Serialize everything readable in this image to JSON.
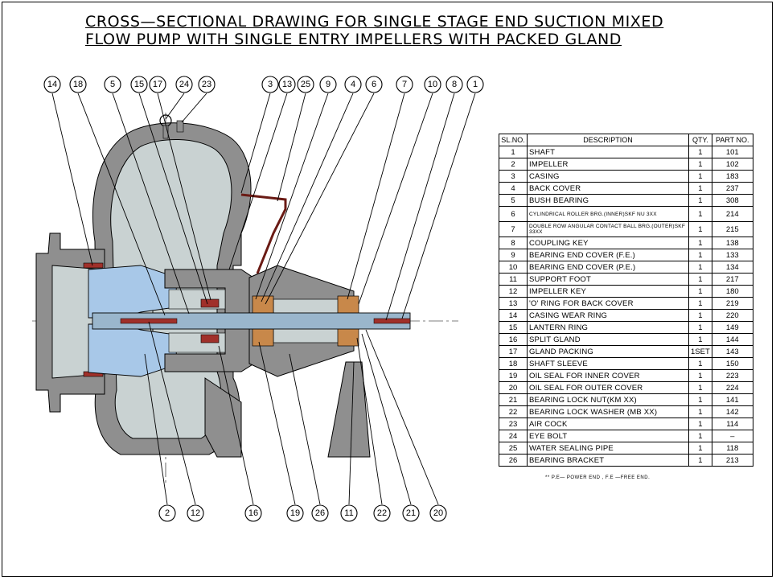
{
  "title": {
    "line1": "CROSS—SECTIONAL DRAWING FOR SINGLE STAGE END SUCTION MIXED",
    "line2": "FLOW PUMP WITH SINGLE ENTRY IMPELLERS WITH PACKED GLAND"
  },
  "balloons_top": [
    "14",
    "18",
    "5",
    "15",
    "17",
    "24",
    "23",
    "3",
    "13",
    "25",
    "9",
    "4",
    "6",
    "7",
    "10",
    "8",
    "1"
  ],
  "balloons_bottom": [
    "2",
    "12",
    "16",
    "19",
    "26",
    "11",
    "22",
    "21",
    "20"
  ],
  "table": {
    "headers": [
      "SL.NO.",
      "DESCRIPTION",
      "QTY.",
      "PART NO."
    ],
    "rows": [
      [
        "1",
        "SHAFT",
        "1",
        "101"
      ],
      [
        "2",
        "IMPELLER",
        "1",
        "102"
      ],
      [
        "3",
        "CASING",
        "1",
        "183"
      ],
      [
        "4",
        "BACK COVER",
        "1",
        "237"
      ],
      [
        "5",
        "BUSH BEARING",
        "1",
        "308"
      ],
      [
        "6",
        "CYLINDRICAL ROLLER BRG.(INNER)SKF NU 3XX",
        "1",
        "214"
      ],
      [
        "7",
        "DOUBLE ROW ANGULAR CONTACT BALL BRG.(OUTER)SKF 33XX",
        "1",
        "215"
      ],
      [
        "8",
        "COUPLING KEY",
        "1",
        "138"
      ],
      [
        "9",
        "BEARING END COVER (F.E.)",
        "1",
        "133"
      ],
      [
        "10",
        "BEARING END COVER (P.E.)",
        "1",
        "134"
      ],
      [
        "11",
        "SUPPORT FOOT",
        "1",
        "217"
      ],
      [
        "12",
        "IMPELLER KEY",
        "1",
        "180"
      ],
      [
        "13",
        "'O' RING FOR BACK COVER",
        "1",
        "219"
      ],
      [
        "14",
        "CASING WEAR RING",
        "1",
        "220"
      ],
      [
        "15",
        "LANTERN RING",
        "1",
        "149"
      ],
      [
        "16",
        "SPLIT GLAND",
        "1",
        "144"
      ],
      [
        "17",
        "GLAND PACKING",
        "1SET",
        "143"
      ],
      [
        "18",
        "SHAFT SLEEVE",
        "1",
        "150"
      ],
      [
        "19",
        "OIL SEAL FOR INNER COVER",
        "1",
        "223"
      ],
      [
        "20",
        "OIL SEAL FOR OUTER COVER",
        "1",
        "224"
      ],
      [
        "21",
        "BEARING LOCK NUT(KM XX)",
        "1",
        "141"
      ],
      [
        "22",
        "BEARING LOCK WASHER (MB XX)",
        "1",
        "142"
      ],
      [
        "23",
        "AIR COCK",
        "1",
        "114"
      ],
      [
        "24",
        "EYE BOLT",
        "1",
        "–"
      ],
      [
        "25",
        "WATER SEALING PIPE",
        "1",
        "118"
      ],
      [
        "26",
        "BEARING BRACKET",
        "1",
        "213"
      ]
    ]
  },
  "note": "** P.E— POWER END , F.E —FREE END.",
  "colors": {
    "casing": "#c9d2d2",
    "body": "#8f8f8f",
    "impeller": "#a8c8e8",
    "wear_ring": "#a0302a",
    "bearing": "#c8884a"
  }
}
